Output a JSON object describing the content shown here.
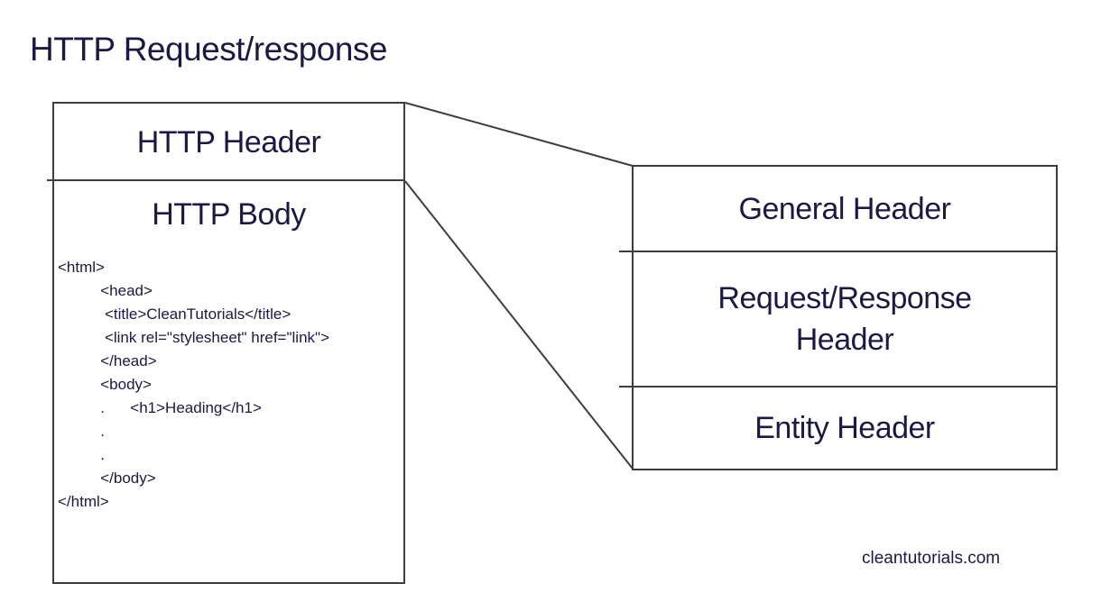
{
  "diagram": {
    "title": "HTTP Request/response",
    "message_box": {
      "header_label": "HTTP Header",
      "body_label": "HTTP Body",
      "code": "<html>\n          <head>\n           <title>CleanTutorials</title>\n           <link rel=\"stylesheet\" href=\"link\">\n          </head>\n          <body>\n          .      <h1>Heading</h1>\n          .\n          .\n          </body>\n</html>"
    },
    "header_types_box": {
      "general_label": "General Header",
      "request_response_label": "Request/Response Header",
      "entity_label": "Entity Header"
    },
    "watermark": "cleantutorials.com",
    "colors": {
      "text": "#191944",
      "line": "#3d3d3d",
      "background": "#ffffff"
    }
  }
}
